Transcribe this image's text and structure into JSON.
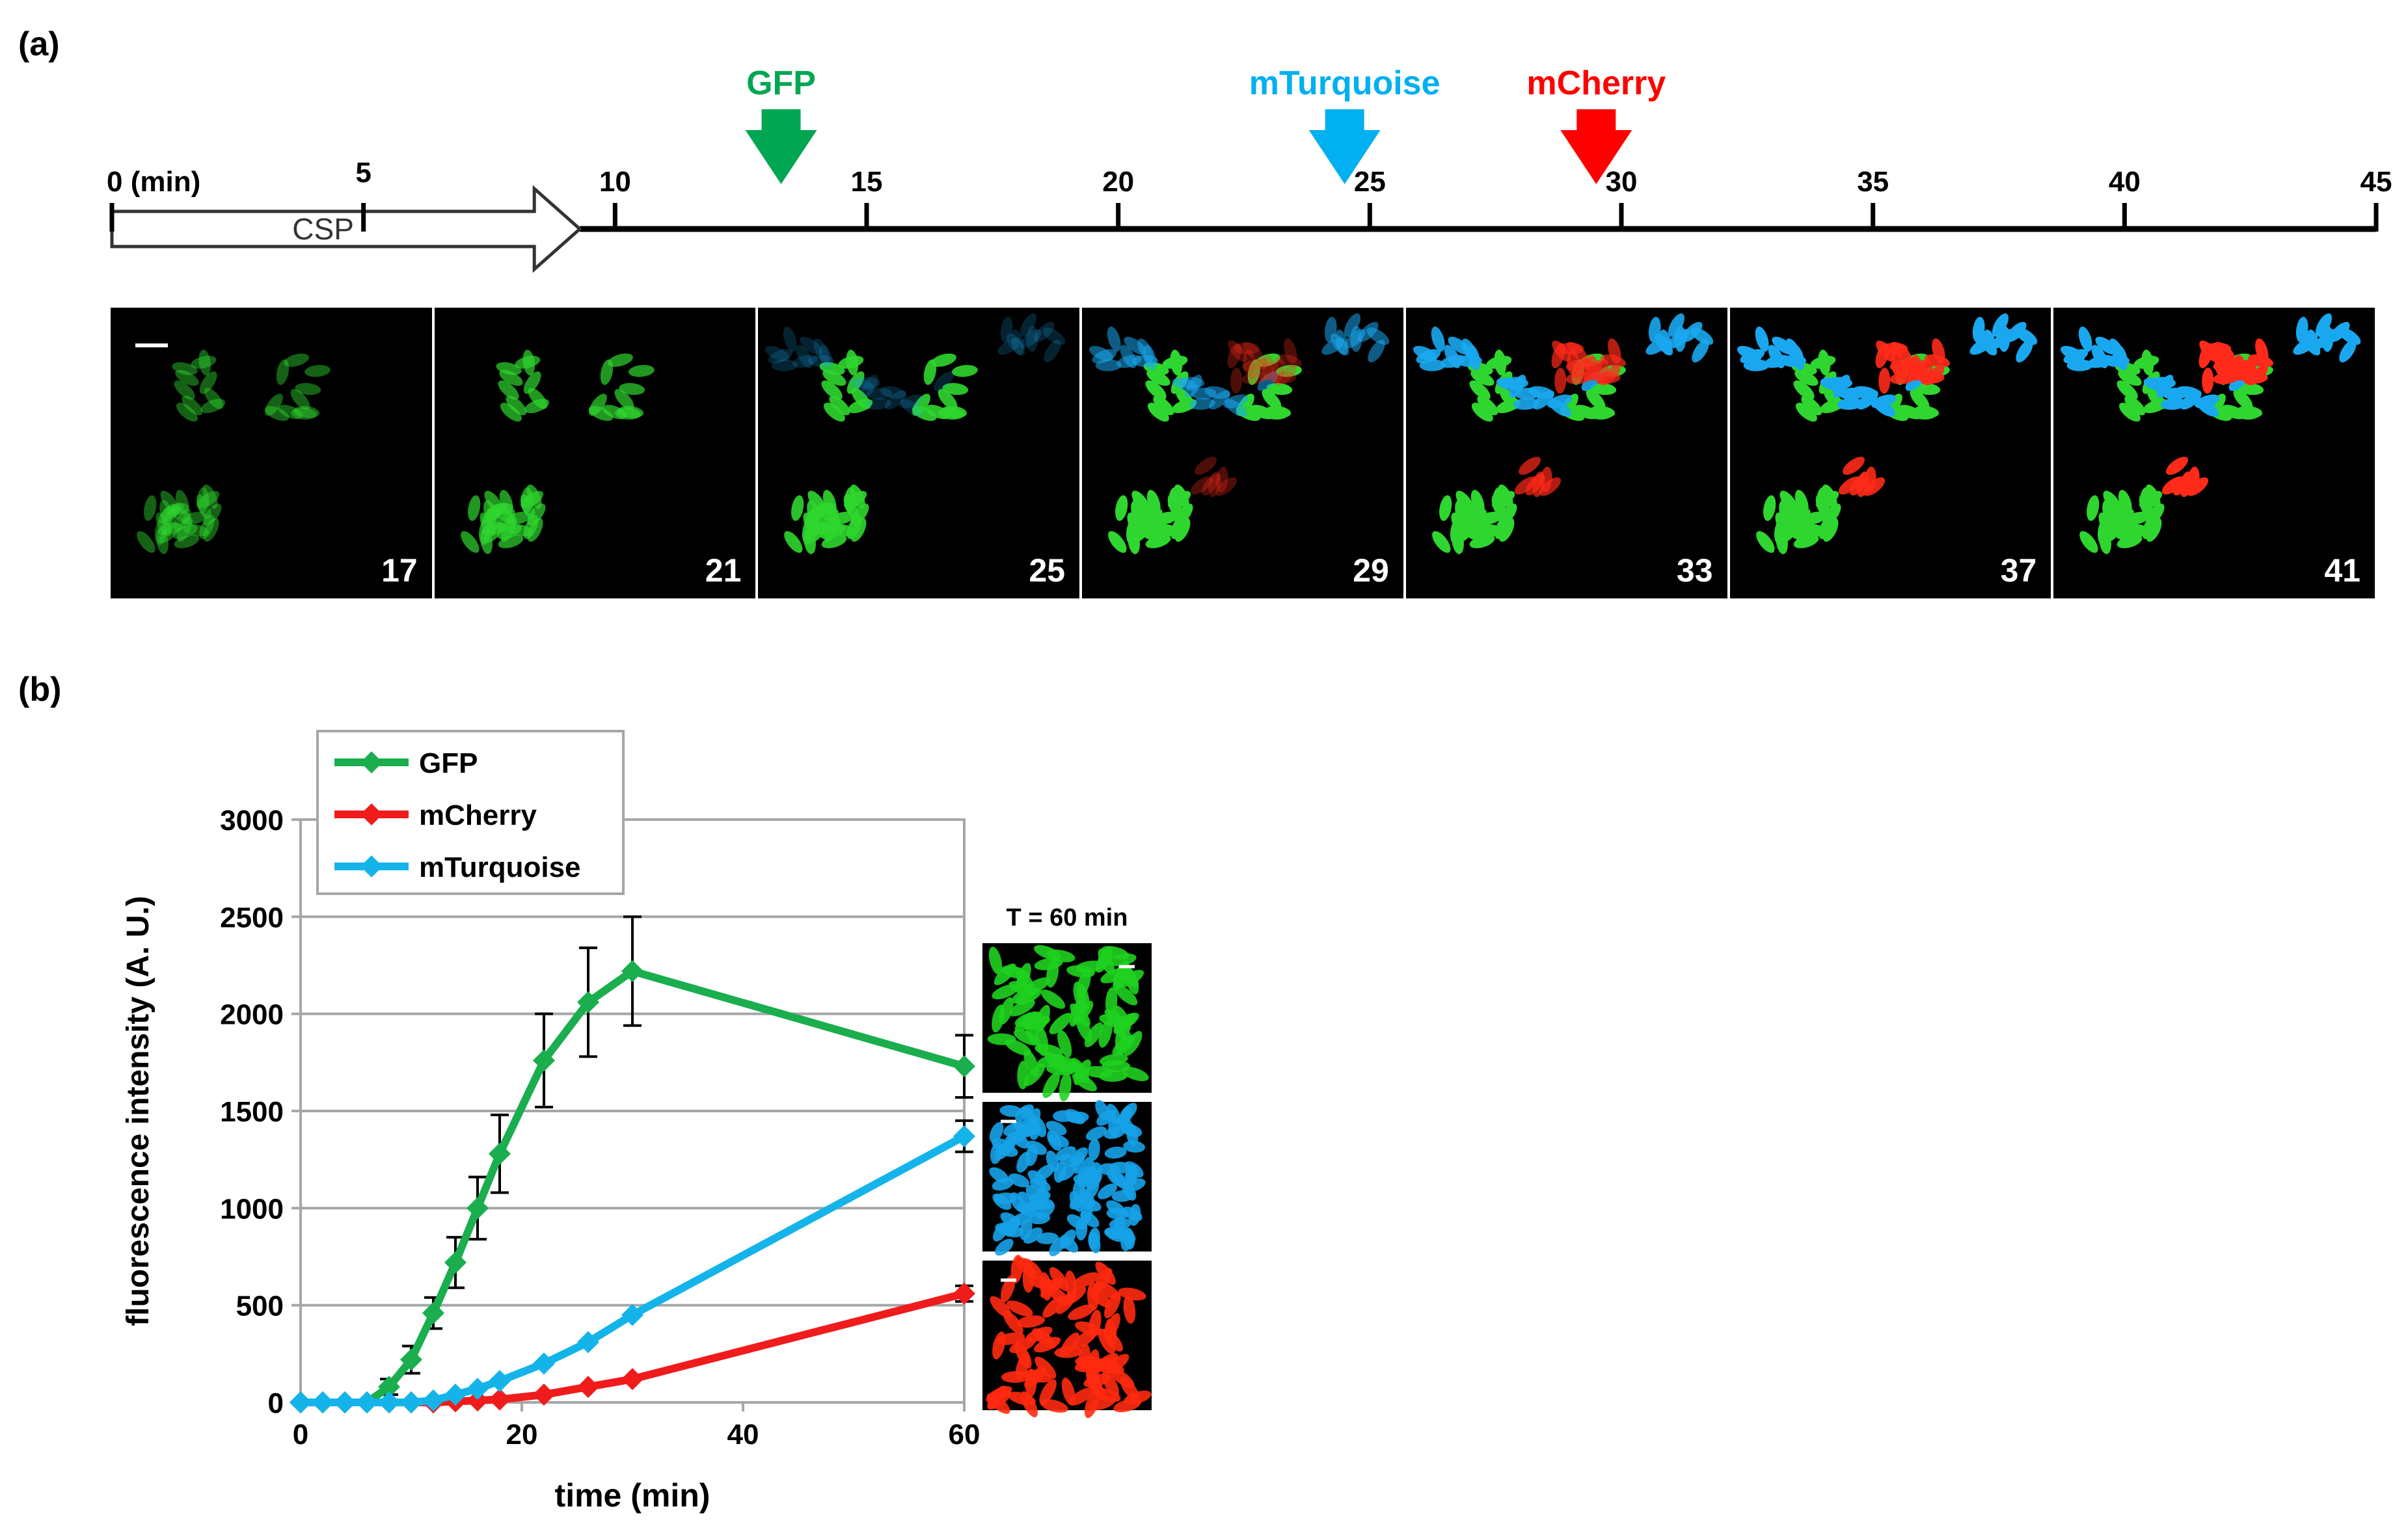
{
  "panel_a": {
    "label": "(a)",
    "timeline": {
      "ticks": [
        {
          "value": 0,
          "label": "0 (min)"
        },
        {
          "value": 5,
          "label": "5"
        },
        {
          "value": 10,
          "label": "10"
        },
        {
          "value": 15,
          "label": "15"
        },
        {
          "value": 20,
          "label": "20"
        },
        {
          "value": 25,
          "label": "25"
        },
        {
          "value": 30,
          "label": "30"
        },
        {
          "value": 35,
          "label": "35"
        },
        {
          "value": 40,
          "label": "40"
        },
        {
          "value": 45,
          "label": "45"
        }
      ],
      "treatment": {
        "label": "CSP",
        "start": 0,
        "end": 9.3
      },
      "markers": [
        {
          "label": "GFP",
          "time": 13.3,
          "color": "#00a651"
        },
        {
          "label": "mTurquoise",
          "time": 24.5,
          "color": "#00b0f0"
        },
        {
          "label": "mCherry",
          "time": 29.5,
          "color": "#ff0000"
        }
      ]
    },
    "frames": [
      {
        "time": "17",
        "green": 0.45,
        "cyan": 0.0,
        "red": 0.0
      },
      {
        "time": "21",
        "green": 0.7,
        "cyan": 0.0,
        "red": 0.0
      },
      {
        "time": "25",
        "green": 0.9,
        "cyan": 0.2,
        "red": 0.0
      },
      {
        "time": "29",
        "green": 1.0,
        "cyan": 0.55,
        "red": 0.3
      },
      {
        "time": "33",
        "green": 1.0,
        "cyan": 0.9,
        "red": 0.7
      },
      {
        "time": "37",
        "green": 1.0,
        "cyan": 1.0,
        "red": 0.9
      },
      {
        "time": "41",
        "green": 1.0,
        "cyan": 1.0,
        "red": 1.0
      }
    ]
  },
  "panel_b": {
    "label": "(b)",
    "inset_title": "T = 60 min",
    "insets": [
      {
        "channel": "GFP",
        "color": "#1fd21f"
      },
      {
        "channel": "mTurquoise",
        "color": "#16a2e8"
      },
      {
        "channel": "mCherry",
        "color": "#ff2a10"
      }
    ]
  },
  "chart_data": {
    "type": "line",
    "xlabel": "time (min)",
    "ylabel": "fluorescence intensity (A. U.)",
    "xlim": [
      0,
      60
    ],
    "ylim": [
      0,
      3000
    ],
    "xticks": [
      0,
      20,
      40,
      60
    ],
    "yticks": [
      0,
      500,
      1000,
      1500,
      2000,
      2500,
      3000
    ],
    "grid": "horizontal",
    "legend_position": "top-left",
    "series": [
      {
        "name": "GFP",
        "color": "#1aae4e",
        "points": [
          [
            0,
            0
          ],
          [
            2,
            0
          ],
          [
            4,
            0
          ],
          [
            6,
            0
          ],
          [
            8,
            80
          ],
          [
            10,
            220
          ],
          [
            12,
            460
          ],
          [
            14,
            720
          ],
          [
            16,
            1000
          ],
          [
            18,
            1280
          ],
          [
            22,
            1760
          ],
          [
            26,
            2060
          ],
          [
            30,
            2220
          ],
          [
            60,
            1730
          ]
        ],
        "errors": [
          0,
          0,
          0,
          0,
          40,
          70,
          80,
          130,
          160,
          200,
          240,
          280,
          280,
          160
        ]
      },
      {
        "name": "mCherry",
        "color": "#f01c1c",
        "points": [
          [
            0,
            0
          ],
          [
            2,
            0
          ],
          [
            4,
            0
          ],
          [
            6,
            0
          ],
          [
            8,
            0
          ],
          [
            10,
            0
          ],
          [
            12,
            0
          ],
          [
            14,
            5
          ],
          [
            16,
            10
          ],
          [
            18,
            15
          ],
          [
            22,
            40
          ],
          [
            26,
            80
          ],
          [
            30,
            120
          ],
          [
            60,
            560
          ]
        ],
        "errors": [
          0,
          0,
          0,
          0,
          0,
          0,
          0,
          0,
          0,
          0,
          0,
          0,
          0,
          40
        ]
      },
      {
        "name": "mTurquoise",
        "color": "#14b4ea",
        "points": [
          [
            0,
            0
          ],
          [
            2,
            0
          ],
          [
            4,
            0
          ],
          [
            6,
            0
          ],
          [
            8,
            0
          ],
          [
            10,
            0
          ],
          [
            12,
            10
          ],
          [
            14,
            40
          ],
          [
            16,
            70
          ],
          [
            18,
            110
          ],
          [
            22,
            200
          ],
          [
            26,
            310
          ],
          [
            30,
            450
          ],
          [
            60,
            1370
          ]
        ],
        "errors": [
          0,
          0,
          0,
          0,
          0,
          0,
          0,
          0,
          0,
          0,
          0,
          0,
          0,
          80
        ]
      }
    ]
  }
}
